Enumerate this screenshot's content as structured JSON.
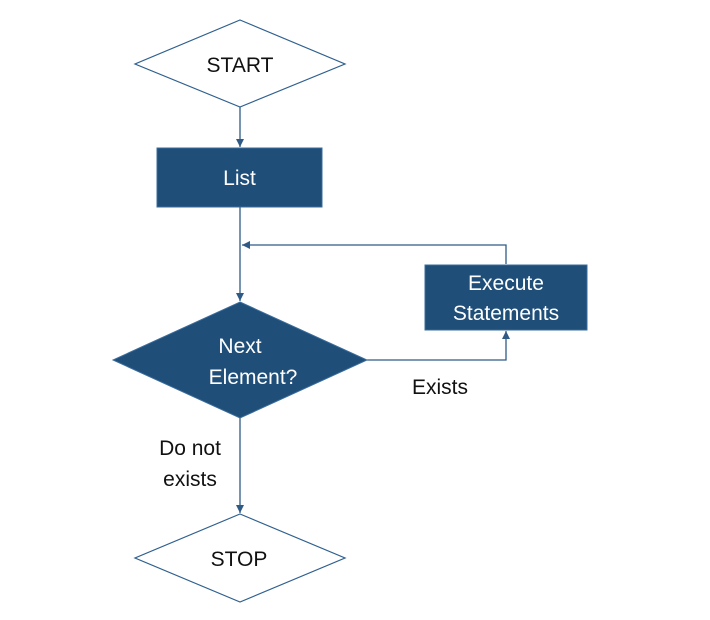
{
  "colors": {
    "fill_dark": "#1f4e79",
    "stroke": "#2e5f8f",
    "arrow": "#2e5a85",
    "text_light": "#ffffff",
    "text_dark": "#111111"
  },
  "nodes": {
    "start": {
      "label": "START",
      "shape": "diamond"
    },
    "list": {
      "label": "List",
      "shape": "rectangle"
    },
    "decision": {
      "line1": "Next",
      "line2": "Element?",
      "shape": "diamond"
    },
    "execute": {
      "line1": "Execute",
      "line2": "Statements",
      "shape": "rectangle"
    },
    "stop": {
      "label": "STOP",
      "shape": "diamond"
    }
  },
  "edge_labels": {
    "exists": "Exists",
    "not_exists_line1": "Do not",
    "not_exists_line2": "exists"
  }
}
